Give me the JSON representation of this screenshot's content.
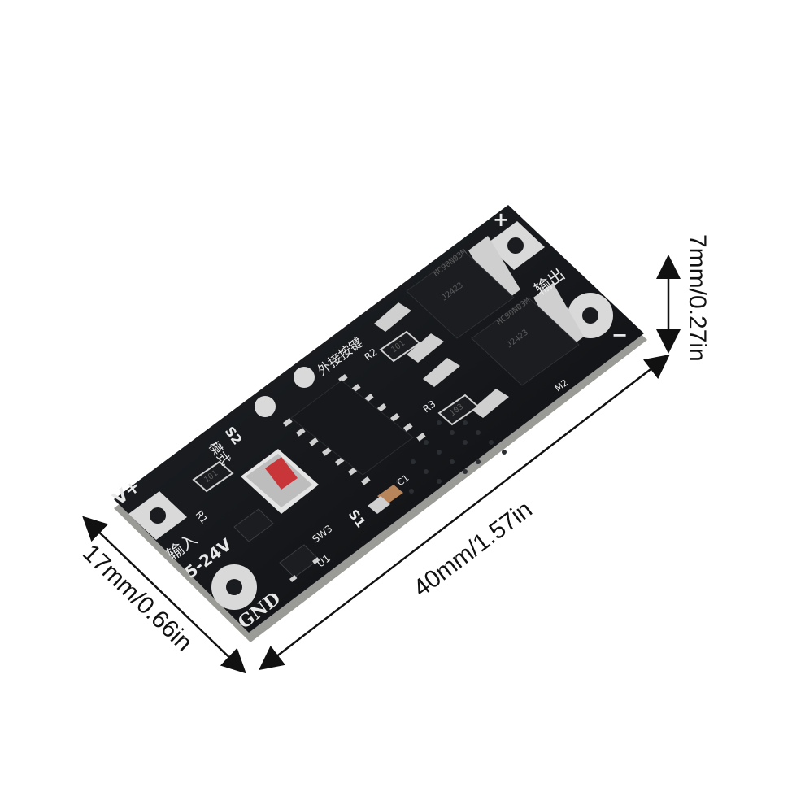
{
  "dimensions": {
    "length": "40mm/1.57in",
    "width": "17mm/0.66in",
    "height": "7mm/0.27in"
  },
  "board": {
    "pcb_color": "#15171a",
    "pad_color": "#d9d9d9",
    "input_plus": "V+",
    "input_ground": "GND",
    "input_label": "输入",
    "input_voltage": "5-24V",
    "output_label": "输出",
    "output_plus": "+",
    "output_minus": "−",
    "ext_button_label": "外接按键",
    "mode_label": "模式",
    "s2_label": "S2",
    "s1_label": "S1",
    "sw3_label": "SW3",
    "u1_label": "U1",
    "r1_label": "R1",
    "r2_label": "R2",
    "r3_label": "R3",
    "c1_label": "C1",
    "m2_label": "M2",
    "mosfet_1_marking": "HC90N03M",
    "mosfet_1_code": "J2423",
    "mosfet_2_marking": "HC90N03M",
    "mosfet_2_code": "J2423",
    "resistor_r2_value": "101",
    "resistor_r3_value": "103",
    "resistor_r1_value": "101"
  }
}
